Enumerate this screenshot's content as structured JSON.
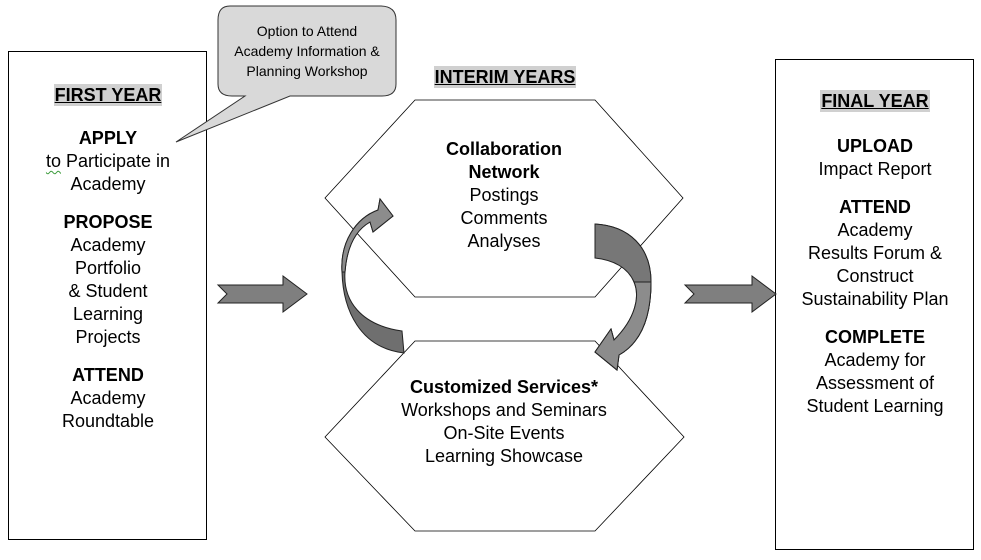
{
  "callout": {
    "lines": [
      "Option to Attend",
      "Academy Information &",
      "Planning Workshop"
    ]
  },
  "first_year": {
    "title": "FIRST YEAR",
    "steps": [
      {
        "action": "APPLY",
        "lines": [
          "to Participate in",
          "Academy"
        ]
      },
      {
        "action": "PROPOSE",
        "lines": [
          "Academy",
          "Portfolio",
          "& Student",
          "Learning",
          "Projects"
        ]
      },
      {
        "action": "ATTEND",
        "lines": [
          "Academy",
          "Roundtable"
        ]
      }
    ],
    "apply_line1_first_word": "to",
    "apply_line1_rest": " Participate in"
  },
  "interim_years": {
    "title": "INTERIM YEARS",
    "top_hexagon": {
      "title_lines": [
        "Collaboration",
        "Network"
      ],
      "items": [
        "Postings",
        "Comments",
        "Analyses"
      ]
    },
    "bottom_hexagon": {
      "title": "Customized Services*",
      "items": [
        "Workshops and Seminars",
        "On-Site Events",
        "Learning Showcase"
      ]
    }
  },
  "final_year": {
    "title": "FINAL YEAR",
    "steps": [
      {
        "action": "UPLOAD",
        "lines": [
          "Impact Report"
        ]
      },
      {
        "action": "ATTEND",
        "lines": [
          "Academy",
          "Results Forum &",
          "Construct",
          "Sustainability Plan"
        ]
      },
      {
        "action": "COMPLETE",
        "lines": [
          "Academy for",
          "Assessment of",
          "Student Learning"
        ]
      }
    ]
  },
  "colors": {
    "arrow_fill": "#7f7f7f",
    "callout_fill": "#d9d9d9",
    "header_highlight": "#d0d0d0"
  }
}
